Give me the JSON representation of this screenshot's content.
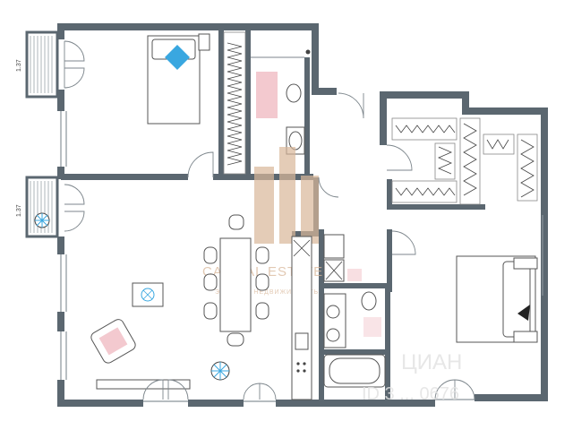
{
  "dimensions": {
    "balcony_top_width": "1.37",
    "balcony_bottom_width": "1.37"
  },
  "watermark": {
    "brand": "CAPITAL ESTATE",
    "tagline": "ЭЛИТНАЯ НЕДВИЖИМОСТЬ",
    "listing_site": "ЦИАН",
    "listing_id": "ID 3 ... 0676"
  },
  "colors": {
    "wall": "#5b6770",
    "accent_blue": "#39a7e0",
    "accent_pink": "#f3c9cf",
    "watermark_tan": "#d9b79a"
  },
  "icons": [
    "bed-icon",
    "plant-icon",
    "sofa-icon",
    "dining-table-icon",
    "bathtub-icon",
    "toilet-icon",
    "sink-icon",
    "stove-icon"
  ]
}
